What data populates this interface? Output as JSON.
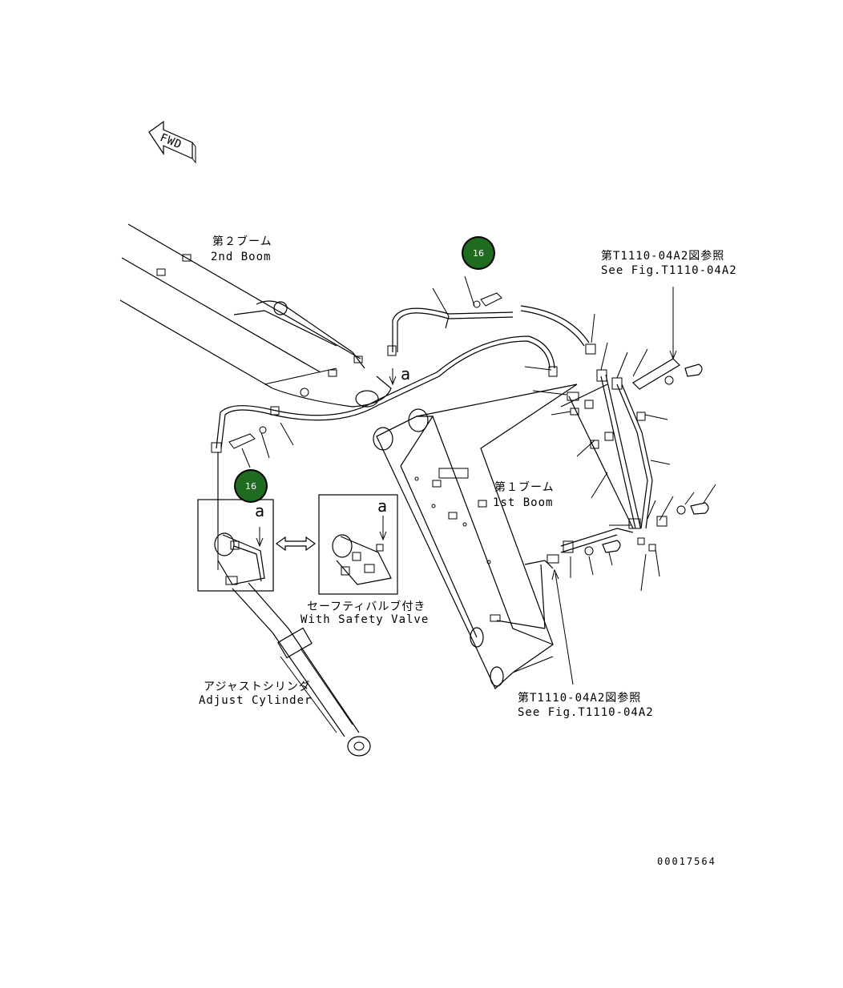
{
  "fwd_label": "FWD",
  "labels": {
    "boom2_ja": "第２ブーム",
    "boom2_en": "2nd Boom",
    "boom1_ja": "第１ブーム",
    "boom1_en": "1st Boom",
    "see_fig_top_ja": "第T1110-04A2図参照",
    "see_fig_top_en": "See Fig.T1110-04A2",
    "see_fig_bottom_ja": "第T1110-04A2図参照",
    "see_fig_bottom_en": "See Fig.T1110-04A2",
    "safety_valve_ja": "セーフティバルブ付き",
    "safety_valve_en": "With Safety Valve",
    "adjust_cyl_ja": "アジャストシリンダ",
    "adjust_cyl_en": "Adjust Cylinder",
    "detail_a_1": "a",
    "detail_a_2": "a",
    "view_a": "a"
  },
  "callouts": [
    {
      "number": "16",
      "color": "#1f6b1f"
    },
    {
      "number": "16",
      "color": "#1f6b1f"
    }
  ],
  "drawing_id": "00017564"
}
